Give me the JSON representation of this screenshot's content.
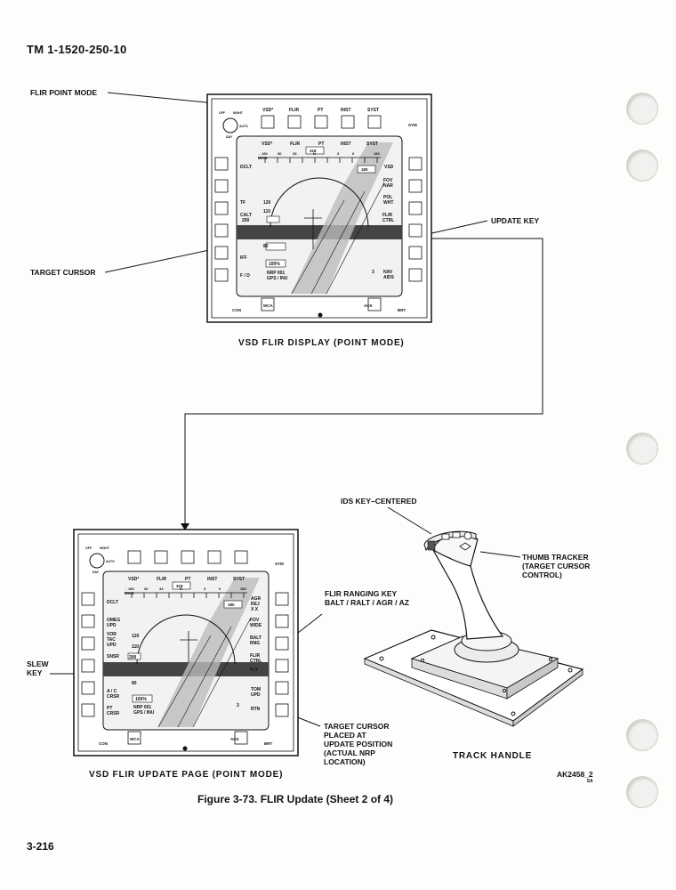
{
  "header": {
    "doc_number": "TM 1-1520-250-10"
  },
  "labels": {
    "flir_point_mode": "FLIR POINT MODE",
    "target_cursor": "TARGET CURSOR",
    "update_key": "UPDATE KEY",
    "ids_key_centered": "IDS KEY–CENTERED",
    "thumb_tracker": [
      "THUMB TRACKER",
      "(TARGET CURSOR",
      "CONTROL)"
    ],
    "flir_ranging_key": [
      "FLIR RANGING KEY",
      "BALT / RALT / AGR / AZ"
    ],
    "slew_key": [
      "SLEW",
      "KEY"
    ],
    "target_cursor_placed": [
      "TARGET CURSOR",
      "PLACED AT",
      "UPDATE POSITION",
      "(ACTUAL NRP",
      "LOCATION)"
    ]
  },
  "captions": {
    "top_display": "VSD FLIR DISPLAY (POINT MODE)",
    "bottom_display": "VSD FLIR UPDATE PAGE (POINT MODE)",
    "track_handle": "TRACK HANDLE"
  },
  "figure": {
    "caption": "Figure 3-73.   FLIR Update (Sheet  2  of  4)",
    "art_code": "AK2458_2",
    "art_suffix": "SA"
  },
  "page_number": "3-216",
  "display_top": {
    "tabs": [
      "VSD*",
      "FLIR",
      "PT",
      "INST",
      "SYST"
    ],
    "heading_scale": [
      "←180",
      "30",
      "33",
      "N",
      "3",
      "6",
      "180"
    ],
    "heading_box": "318",
    "left": [
      "DCLT",
      "TF",
      "CALT",
      "IFF",
      "F / D"
    ],
    "left_values": [
      "120",
      "110",
      "200",
      "80"
    ],
    "right": [
      "VSD",
      "FOV",
      "NAR",
      "POL",
      "WHT",
      "FLIR",
      "CTRL",
      "NAV",
      "AIDS"
    ],
    "mag": "MAG",
    "pct": "100%",
    "nrp": "NRP 001",
    "gps": "GPS / INU",
    "rng": "3",
    "bottom_keys": [
      "CON",
      "WCA",
      "ACK",
      "BRT"
    ],
    "sym": "SYM",
    "knob": [
      "OFF",
      "NIGHT",
      "AUTO",
      "DAY"
    ],
    "box_180": "180"
  },
  "display_bottom": {
    "tabs": [
      "VSD*",
      "FLIR",
      "PT",
      "INST",
      "SYST"
    ],
    "heading_scale": [
      "←180",
      "30",
      "33",
      "N",
      "3",
      "6",
      "180"
    ],
    "heading_box": "318",
    "left": [
      "DCLT",
      "OMEG",
      "UPD",
      "VOR",
      "TAC",
      "UPD",
      "SNSR",
      "A / C",
      "CRSR",
      "PT",
      "CRSR"
    ],
    "left_values": [
      "120",
      "110",
      "200",
      "80"
    ],
    "right": [
      "AGR",
      "REJ",
      "X X",
      "FOV",
      "WIDE",
      "BALT",
      "RNG",
      "FLIR",
      "CTRL",
      "FLY",
      "TOM",
      "UPD",
      "RTN"
    ],
    "mag": "MAG",
    "pct": "100%",
    "nrp": "NRP 001",
    "gps": "GPS / INU",
    "rng": "3",
    "bottom_keys": [
      "CON",
      "WCA",
      "ACK",
      "BRT"
    ],
    "sym": "SYM",
    "knob": [
      "OFF",
      "NIGHT",
      "AUTO",
      "DAY"
    ],
    "box_180": "180"
  }
}
